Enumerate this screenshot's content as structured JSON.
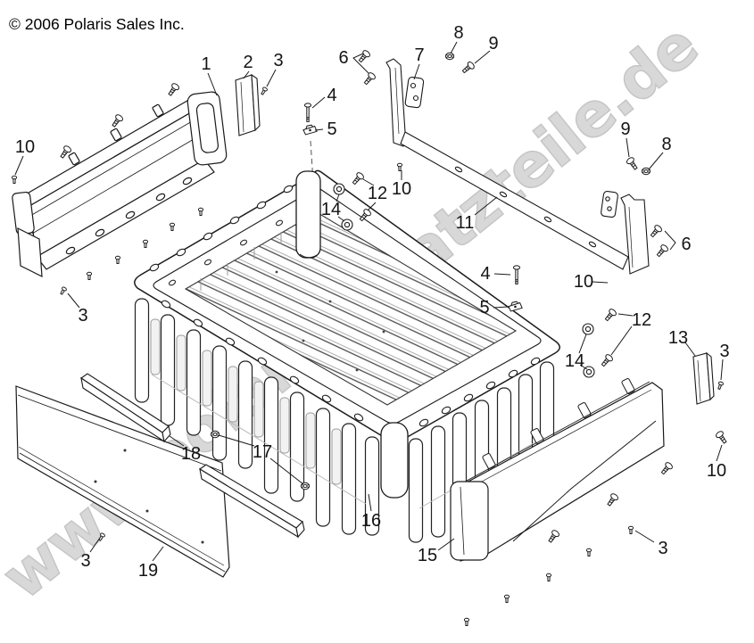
{
  "page": {
    "copyright": "© 2006 Polaris Sales Inc.",
    "watermark": "www.polarisersatzteile.de",
    "background_color": "#ffffff",
    "line_color": "#1a1a1a",
    "watermark_color": "#d8d8d8"
  },
  "diagram": {
    "type": "exploded-parts-diagram",
    "subject": "cargo box assembly",
    "callout_numbers_shown": [
      "1",
      "2",
      "3",
      "4",
      "5",
      "6",
      "7",
      "8",
      "9",
      "10",
      "11",
      "12",
      "13",
      "14",
      "15",
      "16",
      "17",
      "18",
      "19"
    ]
  },
  "callouts": [
    {
      "label": "1"
    },
    {
      "label": "2"
    },
    {
      "label": "3"
    },
    {
      "label": "4"
    },
    {
      "label": "5"
    },
    {
      "label": "6"
    },
    {
      "label": "7"
    },
    {
      "label": "8"
    },
    {
      "label": "9"
    },
    {
      "label": "10"
    },
    {
      "label": "3"
    },
    {
      "label": "10"
    },
    {
      "label": "12"
    },
    {
      "label": "14"
    },
    {
      "label": "11"
    },
    {
      "label": "9"
    },
    {
      "label": "8"
    },
    {
      "label": "6"
    },
    {
      "label": "4"
    },
    {
      "label": "10"
    },
    {
      "label": "5"
    },
    {
      "label": "12"
    },
    {
      "label": "14"
    },
    {
      "label": "13"
    },
    {
      "label": "3"
    },
    {
      "label": "10"
    },
    {
      "label": "3"
    },
    {
      "label": "15"
    },
    {
      "label": "16"
    },
    {
      "label": "17"
    },
    {
      "label": "18"
    },
    {
      "label": "19"
    },
    {
      "label": "3"
    }
  ]
}
